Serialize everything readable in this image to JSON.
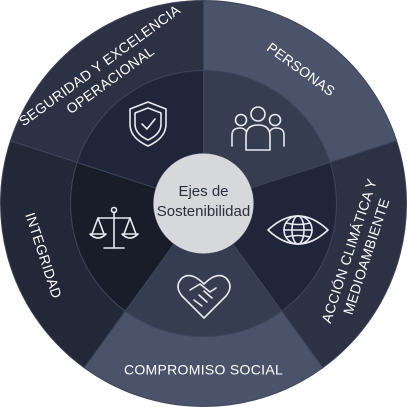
{
  "center": {
    "line1": "Ejes de",
    "line2": "Sostenibilidad"
  },
  "segments": [
    {
      "id": "personas",
      "lines": [
        "PERSONAS"
      ],
      "icon": "people-icon",
      "outer_color": "#4a536a",
      "inner_color": "#363d50"
    },
    {
      "id": "accion-climatica",
      "lines": [
        "ACCIÓN CLIMÁTICA Y",
        "MEDIOAMBIENTE"
      ],
      "icon": "eye-globe-icon",
      "outer_color": "#2c3244",
      "inner_color": "#20253a"
    },
    {
      "id": "compromiso-social",
      "lines": [
        "COMPROMISO SOCIAL"
      ],
      "icon": "heart-handshake-icon",
      "outer_color": "#4a536a",
      "inner_color": "#363d50"
    },
    {
      "id": "integridad",
      "lines": [
        "INTEGRIDAD"
      ],
      "icon": "scales-icon",
      "outer_color": "#232838",
      "inner_color": "#191d2a"
    },
    {
      "id": "seguridad",
      "lines": [
        "SEGURIDAD Y EXCELENCIA",
        "OPERACIONAL"
      ],
      "icon": "shield-check-icon",
      "outer_color": "#2c3244",
      "inner_color": "#20253a"
    }
  ],
  "colors": {
    "center_fill": "#d7d8dc",
    "separator": "#3c445a"
  }
}
